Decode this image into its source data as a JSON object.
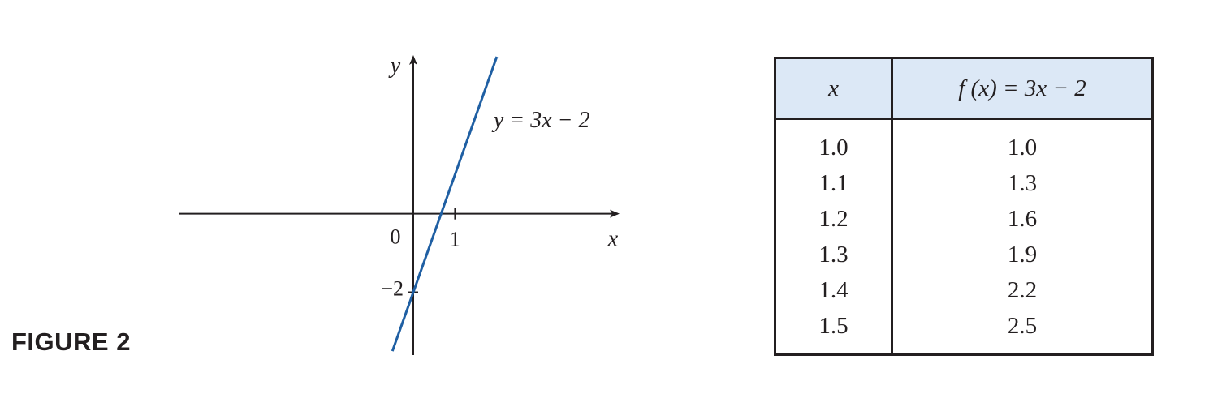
{
  "figure": {
    "label": "FIGURE 2"
  },
  "chart_data": [
    {
      "type": "line",
      "title": "",
      "xlabel": "x",
      "ylabel": "y",
      "xlim": [
        -5.6,
        4.9
      ],
      "ylim": [
        -3.6,
        4.0
      ],
      "x_ticks": [
        {
          "value": 1,
          "label": "1"
        }
      ],
      "y_ticks": [
        {
          "value": -2,
          "label": "−2"
        }
      ],
      "origin_label": "0",
      "grid": false,
      "series": [
        {
          "name": "y = 3x − 2",
          "equation": {
            "slope": 3,
            "intercept": -2
          },
          "x": [
            -0.5,
            2.0
          ],
          "y": [
            -3.5,
            4.0
          ],
          "color": "#1f5fa3"
        }
      ]
    },
    {
      "type": "table",
      "columns": [
        "x",
        "f (x) = 3x − 2"
      ],
      "rows": [
        [
          "1.0",
          "1.0"
        ],
        [
          "1.1",
          "1.3"
        ],
        [
          "1.2",
          "1.6"
        ],
        [
          "1.3",
          "1.9"
        ],
        [
          "1.4",
          "2.2"
        ],
        [
          "1.5",
          "2.5"
        ]
      ],
      "header_color": "#dce8f6"
    }
  ]
}
